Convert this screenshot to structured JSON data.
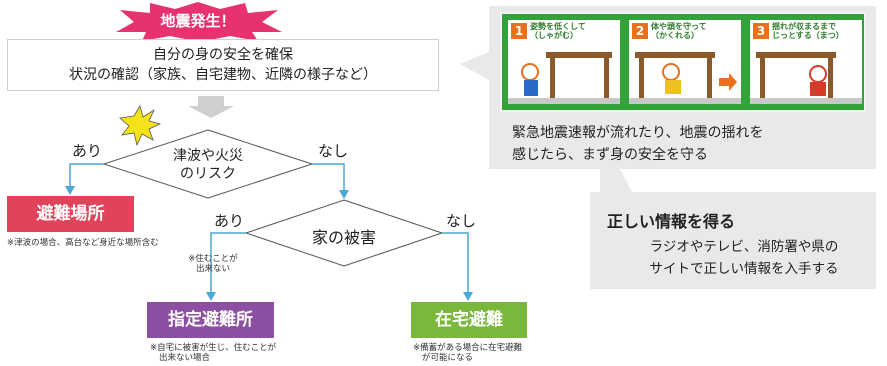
{
  "burst_label": "地震発生！",
  "first_step": {
    "line1": "自分の身の安全を確保",
    "line2": "状況の確認（家族、自宅建物、近隣の様子など）"
  },
  "decision1": {
    "line1": "津波や火災",
    "line2": "のリスク",
    "yes_label": "あり",
    "no_label": "なし"
  },
  "decision2": {
    "text": "家の被害",
    "yes_label": "あり",
    "no_label": "なし",
    "yes_note_line1": "※住むことが",
    "yes_note_line2": "出来ない"
  },
  "destinations": {
    "evacuation_site": {
      "label": "避難場所",
      "note": "※津波の場合、高台など身近な場所含む",
      "color": "#e1445a"
    },
    "designated_shelter": {
      "label": "指定避難所",
      "note_line1": "※自宅に被害が生じ、住むことが",
      "note_line2": "出来ない場合",
      "color": "#8c4fa1"
    },
    "home_shelter": {
      "label": "在宅避難",
      "note_line1": "※備蓄がある場合に在宅避難",
      "note_line2": "が可能になる",
      "color": "#79b83a"
    }
  },
  "safety_steps": [
    {
      "num": "1",
      "line1": "姿勢を低くして",
      "line2": "（しゃがむ）"
    },
    {
      "num": "2",
      "line1": "体や頭を守って",
      "line2": "（かくれる）"
    },
    {
      "num": "3",
      "line1": "揺れが収まるまで",
      "line2": "じっとする（まつ）"
    }
  ],
  "panel_message": {
    "line1": "緊急地震速報が流れたり、地震の揺れを",
    "line2": "感じたら、まず身の安全を守る"
  },
  "info": {
    "title": "正しい情報を得る",
    "line1": "ラジオやテレビ、消防署や県の",
    "line2": "サイトで正しい情報を入手する"
  },
  "colors": {
    "arrow": "#4aa8d4",
    "burst": "#e8326e",
    "panel_bg": "#e9e9e9",
    "strip": "#34a23a"
  }
}
